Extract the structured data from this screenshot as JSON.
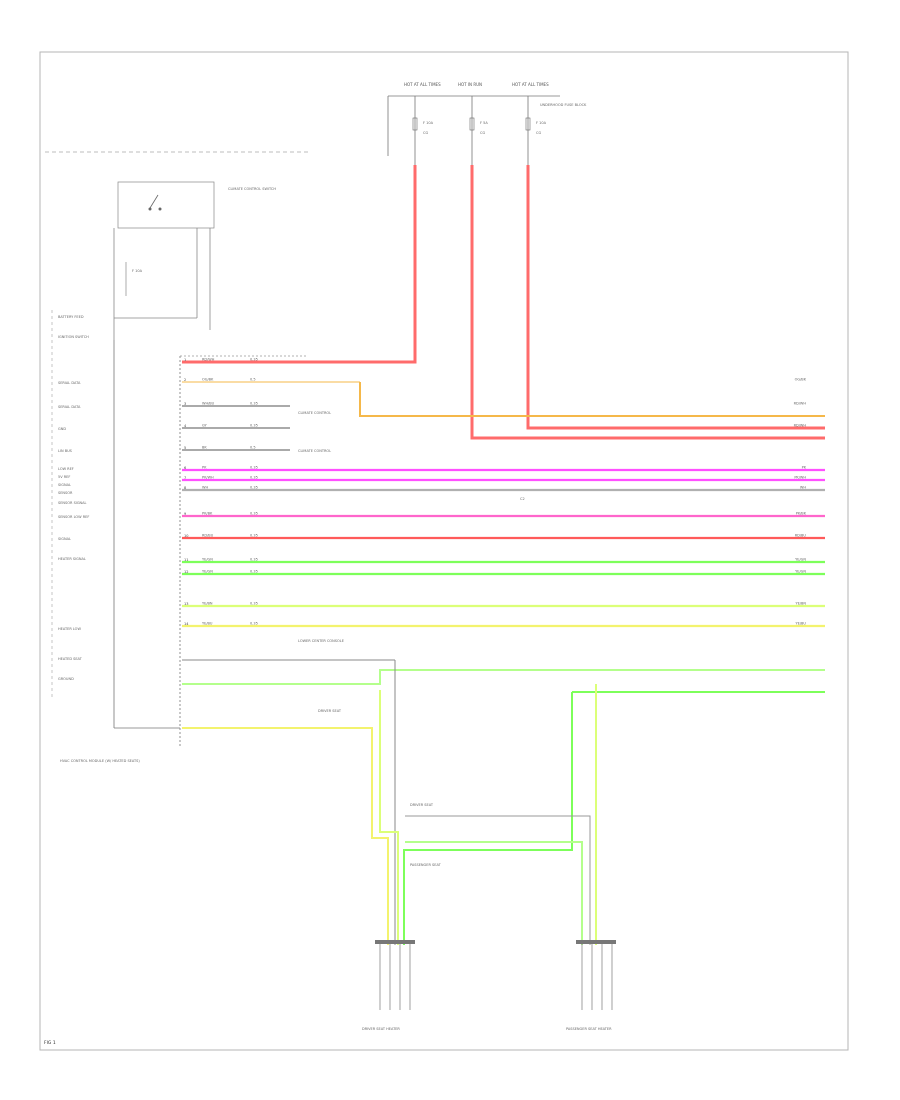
{
  "colors": {
    "background": "#ffffff",
    "border": "#b0b0b0",
    "ground": "#7a7a7a",
    "red": "#ff5a5a",
    "orange": "#f5b84a",
    "magenta": "#ff50ff",
    "pink": "#ff66cc",
    "green": "#7dff5a",
    "yellow_green": "#dcff78",
    "yellow": "#f3f36e",
    "light_green": "#b4ff8c",
    "dark": "#555555"
  },
  "fuses": [
    {
      "top_label": "HOT AT ALL TIMES",
      "fuse": "F 10A",
      "fuse_sub": "CG"
    },
    {
      "top_label": "HOT IN RUN",
      "fuse": "F 5A",
      "fuse_sub": "CG"
    },
    {
      "top_label": "HOT AT ALL TIMES",
      "fuse": "F 10A",
      "fuse_sub": "CG"
    }
  ],
  "fuse_block_label": "UNDERHOOD FUSE BLOCK",
  "switch_label": "CLIMATE CONTROL SWITCH",
  "relay_label": "F 10A",
  "left_labels": [
    "BATTERY FEED",
    "IGNITION SWITCH",
    "SERIAL DATA",
    "SERIAL DATA",
    "GND",
    "LIN BUS",
    "LOW REF",
    "5V REF",
    "SIGNAL",
    "SENSOR",
    "SENSOR SIGNAL",
    "SENSOR LOW REF",
    "SIGNAL",
    "HEATER SIGNAL",
    "HEATER LOW",
    "HEATED SEAT",
    "GROUND"
  ],
  "module_label": "HVAC CONTROL MODULE (W/ HEATED SEATS)",
  "wires": [
    {
      "pin": "1",
      "color_code": "RD/WH",
      "gauge": "0.35",
      "right_label": ""
    },
    {
      "pin": "2",
      "color_code": "OG/BK",
      "gauge": "0.5",
      "right_label": "OG/BK"
    },
    {
      "pin": "3",
      "color_code": "WH/BU",
      "gauge": "0.35",
      "right_label": "RD/WH"
    },
    {
      "pin": "4",
      "color_code": "GY",
      "gauge": "0.35",
      "right_label": "RD/WH"
    },
    {
      "pin": "5",
      "color_code": "BK",
      "gauge": "0.5",
      "right_label": ""
    },
    {
      "pin": "6",
      "color_code": "PK",
      "gauge": "0.35",
      "right_label": "PK"
    },
    {
      "pin": "7",
      "color_code": "PK/WH",
      "gauge": "0.35",
      "right_label": "PK/WH"
    },
    {
      "pin": "8",
      "color_code": "WH",
      "gauge": "0.35",
      "right_label": "WH"
    },
    {
      "pin": "9",
      "color_code": "PK/BK",
      "gauge": "0.35",
      "right_label": "PK/BK"
    },
    {
      "pin": "10",
      "color_code": "RD/BU",
      "gauge": "0.35",
      "right_label": "RD/BU"
    },
    {
      "pin": "11",
      "color_code": "YE/GN",
      "gauge": "0.35",
      "right_label": "YE/GN"
    },
    {
      "pin": "12",
      "color_code": "YE/GN",
      "gauge": "0.35",
      "right_label": "YE/GN"
    },
    {
      "pin": "13",
      "color_code": "YE/BN",
      "gauge": "0.35",
      "right_label": "YE/BN"
    },
    {
      "pin": "14",
      "color_code": "YE/BU",
      "gauge": "0.35",
      "right_label": "YE/BU"
    }
  ],
  "annotations": {
    "climate_control_1": "CLIMATE CONTROL",
    "climate_control_2": "CLIMATE CONTROL",
    "connector_mid": "LOWER CENTER CONSOLE",
    "row_mid_label": "C2",
    "lower_label_1": "LOWER CENTER CONSOLE",
    "lower_label_2": "DRIVER SEAT",
    "lower_label_3": "DRIVER SEAT",
    "lower_label_4": "PASSENGER SEAT",
    "seat_left_label": "DRIVER SEAT HEATER",
    "seat_right_label": "PASSENGER SEAT HEATER"
  },
  "footer": {
    "code": "FIG 1"
  }
}
